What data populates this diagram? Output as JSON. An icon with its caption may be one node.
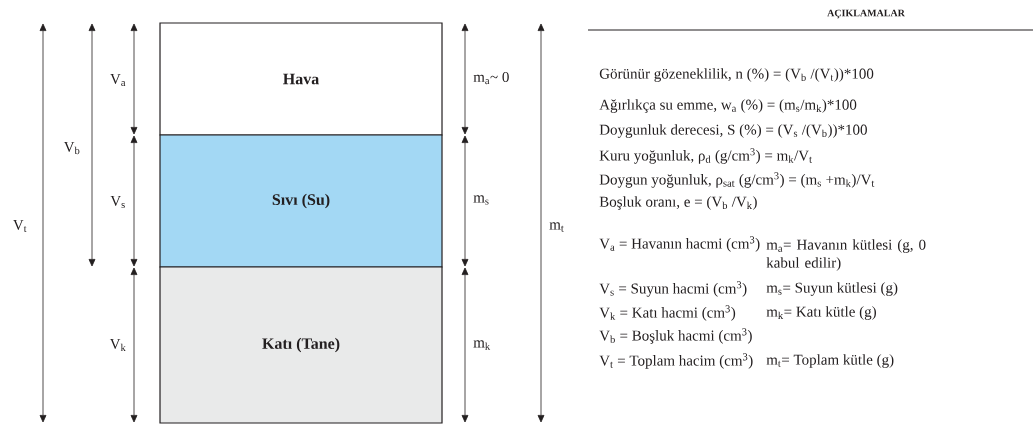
{
  "diagram": {
    "nodes": [
      {
        "text": [
          "Hava"
        ]
      },
      {
        "text": [
          "Sıvı (Su)"
        ]
      },
      {
        "text": [
          "Katı (Tane)"
        ]
      }
    ],
    "edges": [],
    "labels": [
      "V$_{a}$",
      "V$_{b}$",
      "V$_{s}$",
      "V$_{t}$",
      "V$_{k}$",
      "m$_{a}$~ 0",
      "m$_{s}$",
      "m$_{t}$",
      "m$_{k}$",
      "AÇIKLAMALAR",
      "Görünür gözeneklilik, n (%) = (V$_{b}$ /(V$_{t}$))*100",
      "Ağırlıkça su emme, w$_{a}$ (%) = (m$_{s}$/m$_{k}$)*100",
      "Doygunluk derecesi, S (%) = (V$_{s}$ /(V$_{b}$))*100",
      "Kuru yoğunluk, ρ$_{d}$ (g/cm$^{3}$) = m$_{k}$/V$_{t}$",
      "Doygun yoğunluk, ρ$_{sat}$ (g/cm$^{3}$) = (m$_{s}$ +m$_{k}$)/V$_{t}$",
      "Boşluk oranı, e = (V$_{b}$ /V$_{k}$)",
      "V$_{a}$ = Havanın hacmi (cm$^{3}$)",
      "m$_{a}$= Havanın kütlesi (g, 0 kabul edilir)",
      "V$_{s}$ = Suyun hacmi (cm$^{3}$)",
      "m$_{s}$= Suyun kütlesi (g)",
      "V$_{k}$ = Katı hacmi (cm$^{3}$)",
      "m$_{k}$= Katı kütle (g)",
      "V$_{b}$ = Boşluk hacmi (cm$^{3}$)",
      "V$_{t}$ = Toplam hacim (cm$^{3}$)",
      "m$_{t}$= Toplam kütle (g)"
    ]
  }
}
